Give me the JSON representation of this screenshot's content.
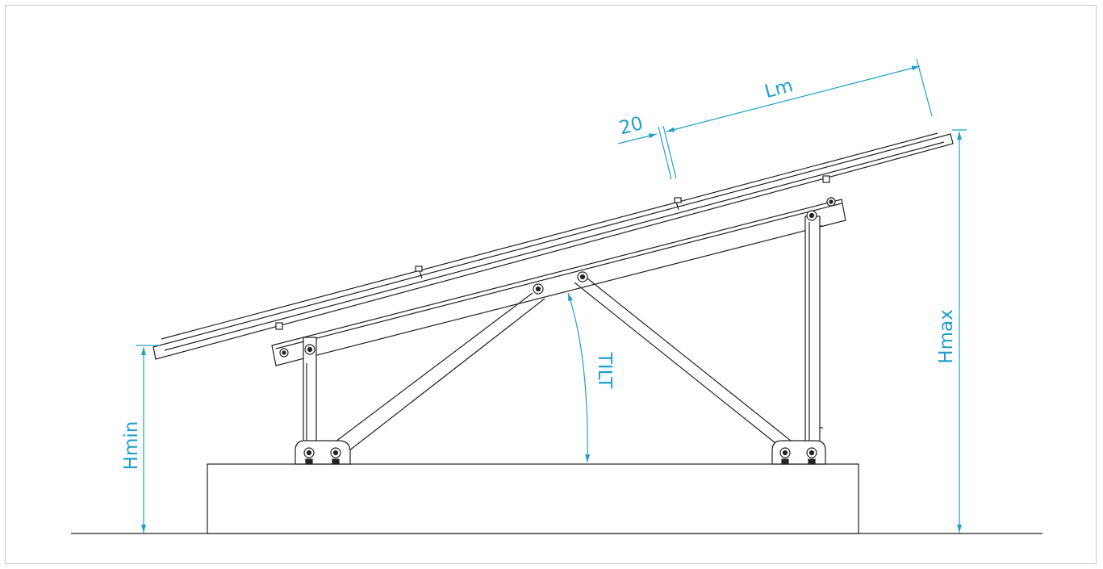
{
  "diagram": {
    "labels": {
      "hmin": "Hmin",
      "hmax": "Hmax",
      "tilt": "TILT",
      "lm": "Lm",
      "gap": "20"
    },
    "colors": {
      "dimension": "#1ea0c8",
      "structure": "#222222",
      "frame": "#c8c8c8"
    }
  }
}
